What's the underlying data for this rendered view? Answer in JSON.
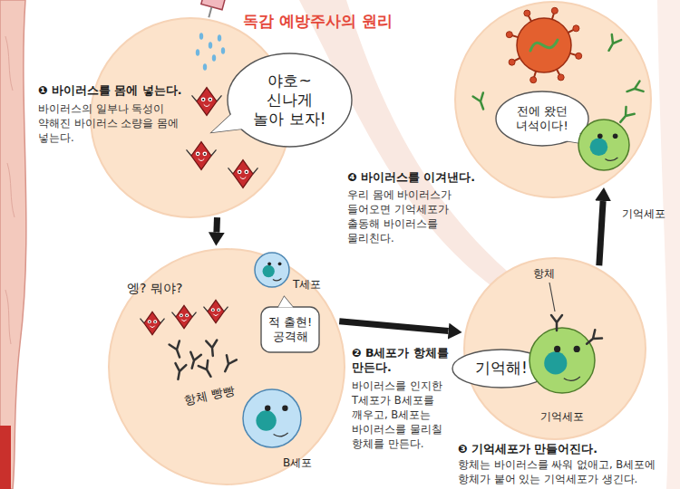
{
  "diagram": {
    "title": "독감 예방주사의 원리",
    "nodes": [
      {
        "text": [
          "❶ 바이러스를 몸에 넣는다.",
          "바이러스의 일부나 독성이 약해진 바이러스 소량을 몸에 넣는다."
        ]
      },
      {
        "text": [
          "야호~ 신나게 놀아 보자!"
        ],
        "in": 0
      },
      {
        "text": [
          "❷ B세포가 항체를 만든다.",
          "바이러스를 인지한 T세포가 B세포를 깨우고, B세포는 바이러스를 물리칠 항체를 만든다."
        ]
      },
      {
        "text": [
          "적 출현! 공격해"
        ],
        "in": 2
      },
      {
        "text": [
          "❸ 기억세포가 만들어진다.",
          "항체는 바이러스를 싸워 없애고, B세포에 항체가 붙어 있는 기억세포가 생긴다."
        ]
      },
      {
        "text": [
          "기억해!"
        ],
        "in": 4
      },
      {
        "text": [
          "❹ 바이러스를 이겨낸다.",
          "우리 몸에 바이러스가 들어오면 기억세포가 출동해 바이러스를 물리친다."
        ]
      },
      {
        "text": [
          "전에 왔던 녀석이다!"
        ],
        "in": 6
      }
    ],
    "edges": [
      {
        "from": 0,
        "to": 2,
        "arrow": "to"
      },
      {
        "from": 2,
        "to": 4,
        "arrow": "to"
      },
      {
        "from": 4,
        "to": 6,
        "arrow": "to"
      }
    ],
    "labels": [
      "엥? 뭐야?",
      "T세포",
      "항체 빵빵",
      "B세포",
      "항체",
      "기억세포",
      "기억세포"
    ]
  }
}
